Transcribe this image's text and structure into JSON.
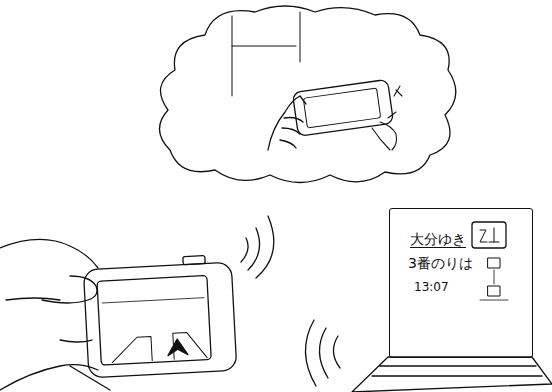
{
  "diagram": {
    "nodes": [
      {
        "text": [
          "大分ゆき",
          "3番のりは",
          "13:07"
        ]
      }
    ]
  }
}
